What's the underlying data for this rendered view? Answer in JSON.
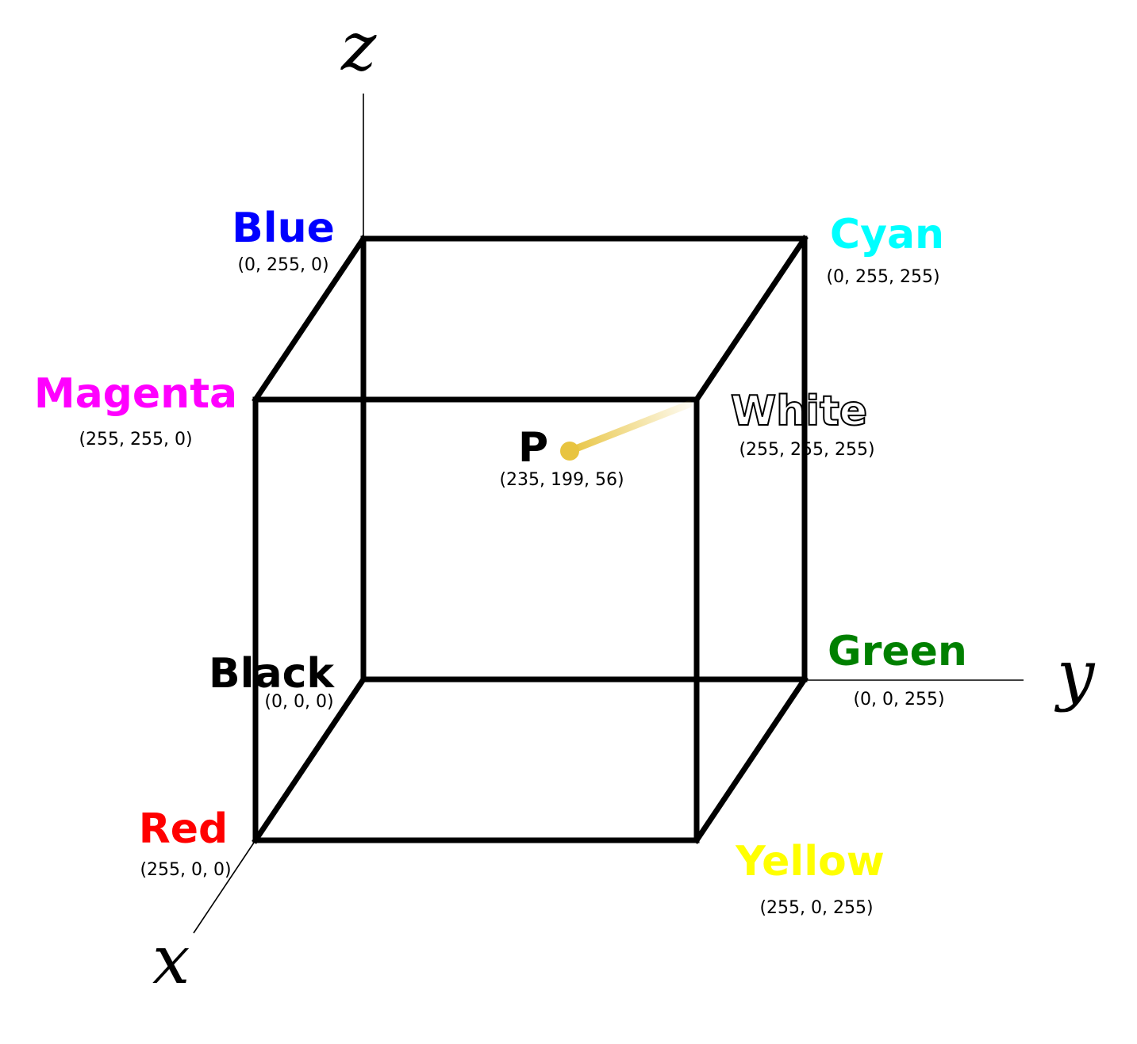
{
  "axes": {
    "x": "x",
    "y": "y",
    "z": "z"
  },
  "colors": {
    "blue": "#0000ff",
    "cyan": "#00ffff",
    "magenta": "#ff00ff",
    "white": "#ffffff",
    "black": "#000000",
    "green": "#008000",
    "red": "#ff0000",
    "yellow": "#ffff00",
    "point": "#e8c440"
  },
  "vertices": {
    "blue": {
      "name": "Blue",
      "coords": "(0, 255, 0)"
    },
    "cyan": {
      "name": "Cyan",
      "coords": "(0, 255, 255)"
    },
    "magenta": {
      "name": "Magenta",
      "coords": "(255, 255, 0)"
    },
    "white": {
      "name": "White",
      "coords": "(255, 255, 255)"
    },
    "black": {
      "name": "Black",
      "coords": "(0, 0, 0)"
    },
    "green": {
      "name": "Green",
      "coords": "(0, 0, 255)"
    },
    "red": {
      "name": "Red",
      "coords": "(255, 0, 0)"
    },
    "yellow": {
      "name": "Yellow",
      "coords": "(255, 0, 255)"
    }
  },
  "point": {
    "name": "P",
    "coords": "(235, 199, 56)"
  }
}
